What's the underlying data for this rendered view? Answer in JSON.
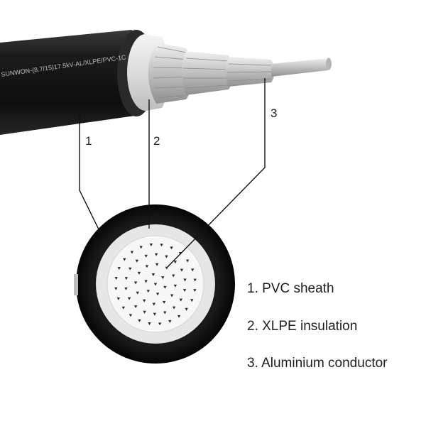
{
  "cable": {
    "jacket_print": "SUNWON-(8.7/15)17.5kV-AL/XLPE/PVC-1C"
  },
  "callouts": [
    {
      "number": "1"
    },
    {
      "number": "2"
    },
    {
      "number": "3"
    }
  ],
  "legend": [
    {
      "text": "1. PVC sheath"
    },
    {
      "text": "2. XLPE insulation"
    },
    {
      "text": "3. Aluminium conductor"
    }
  ],
  "colors": {
    "sheath": "#1c1c1c",
    "insulation": "#e3e3e3",
    "conductor": "#c9c9c9",
    "leader_line": "#111111"
  }
}
